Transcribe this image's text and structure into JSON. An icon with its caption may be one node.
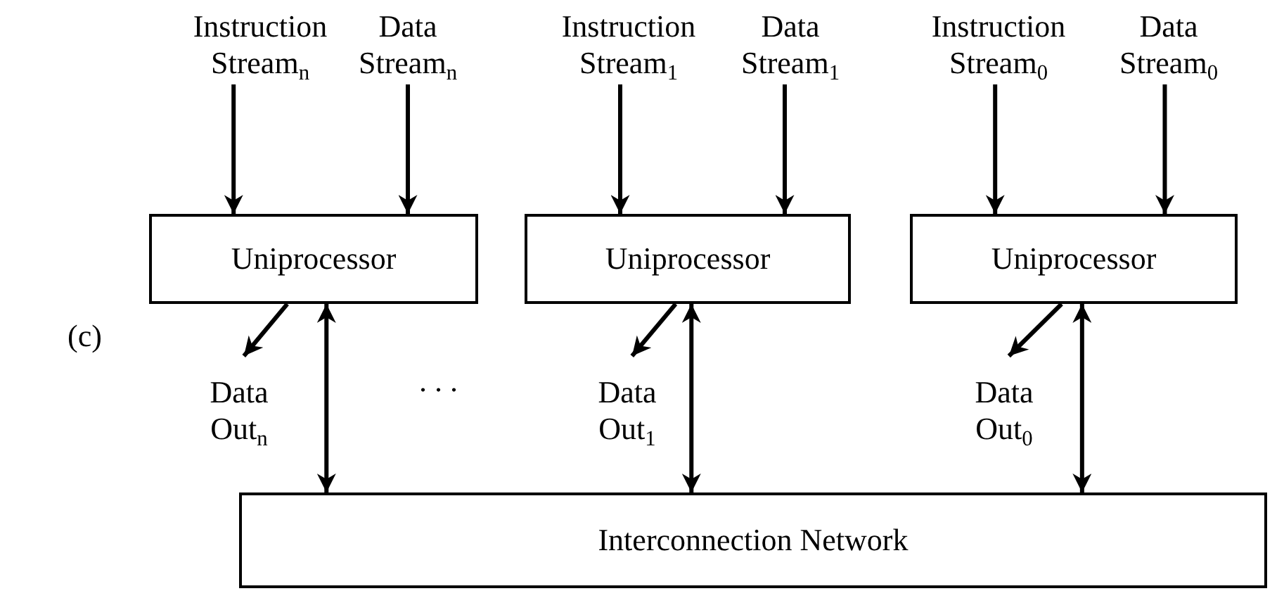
{
  "diagram": {
    "nodes": [
      {
        "text": [
          "Instruction Stream$_{n}$"
        ]
      },
      {
        "text": [
          "Data Stream$_{n}$"
        ]
      },
      {
        "text": [
          "Instruction Stream$_{1}$"
        ]
      },
      {
        "text": [
          "Data Stream$_{1}$"
        ]
      },
      {
        "text": [
          "Instruction Stream$_{0}$"
        ]
      },
      {
        "text": [
          "Data Stream$_{0}$"
        ]
      },
      {
        "text": [
          "Uniprocessor"
        ]
      },
      {
        "text": [
          "Uniprocessor"
        ]
      },
      {
        "text": [
          "Uniprocessor"
        ]
      },
      {
        "text": [
          "Data Out$_{n}$"
        ]
      },
      {
        "text": [
          "Data Out$_{1}$"
        ]
      },
      {
        "text": [
          "Data Out$_{0}$"
        ]
      },
      {
        "text": [
          "Interconnection Network"
        ]
      }
    ],
    "edges": [
      {
        "from": 0,
        "to": 6,
        "arrow": "to"
      },
      {
        "from": 1,
        "to": 6,
        "arrow": "to"
      },
      {
        "from": 2,
        "to": 7,
        "arrow": "to"
      },
      {
        "from": 3,
        "to": 7,
        "arrow": "to"
      },
      {
        "from": 4,
        "to": 8,
        "arrow": "to"
      },
      {
        "from": 5,
        "to": 8,
        "arrow": "to"
      },
      {
        "from": 6,
        "to": 9,
        "arrow": "to"
      },
      {
        "from": 7,
        "to": 10,
        "arrow": "to"
      },
      {
        "from": 8,
        "to": 11,
        "arrow": "to"
      },
      {
        "from": 6,
        "to": 12,
        "arrow": "both"
      },
      {
        "from": 7,
        "to": 12,
        "arrow": "both"
      },
      {
        "from": 8,
        "to": 12,
        "arrow": "both"
      }
    ],
    "labels": [
      "(c)",
      ". . ."
    ]
  }
}
